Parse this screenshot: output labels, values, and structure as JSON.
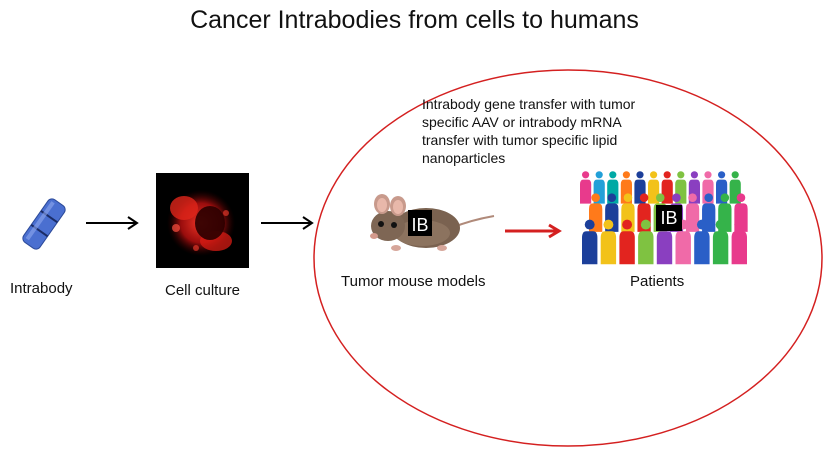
{
  "title": "Cancer Intrabodies from cells to humans",
  "labels": {
    "intrabody": "Intrabody",
    "cell_culture": "Cell culture",
    "tumor_mouse_models": "Tumor mouse models",
    "patients": "Patients"
  },
  "description_lines": [
    "Intrabody gene transfer with tumor",
    "specific AAV or intrabody mRNA",
    "transfer with tumor specific lipid",
    "nanoparticles"
  ],
  "badges": {
    "mouse": "IB",
    "patients": "IB"
  },
  "colors": {
    "ellipse_stroke": "#d42020",
    "red_arrow": "#d42020",
    "black_arrow": "#000000",
    "intrabody_fill": "#4a6fd0",
    "cell_red": "#e01818",
    "cell_background": "#000000"
  }
}
